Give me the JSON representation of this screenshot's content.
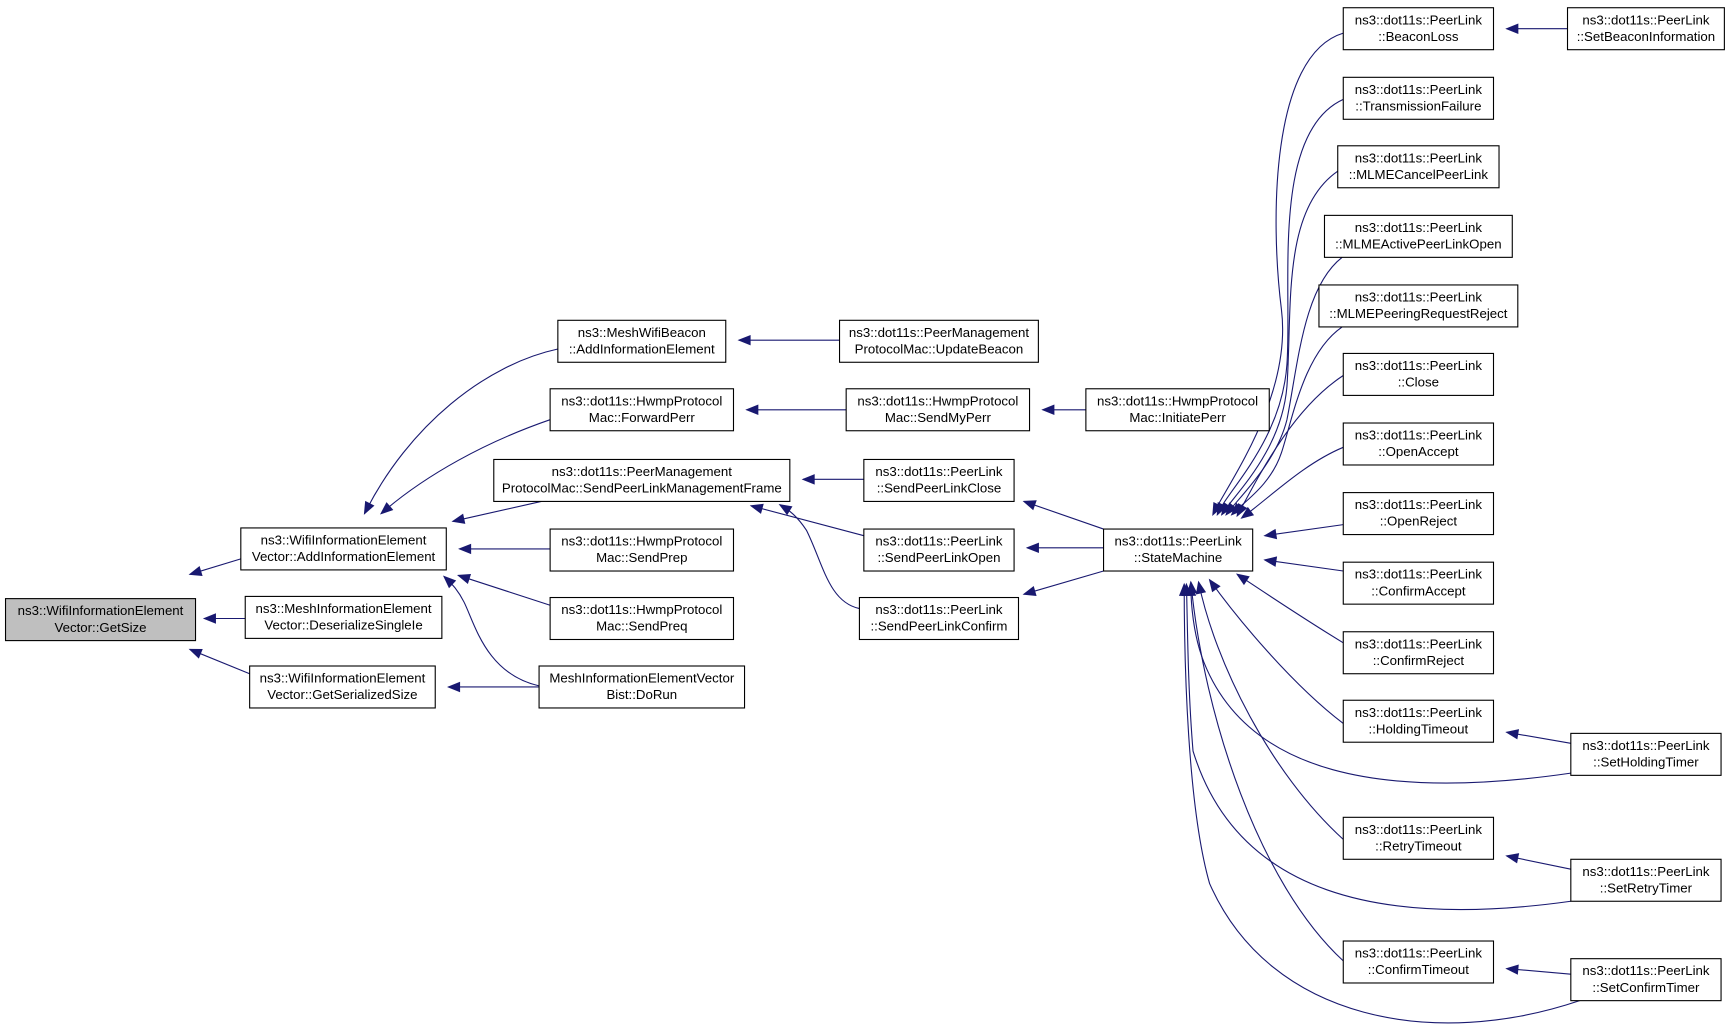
{
  "graph": {
    "type": "call-graph",
    "edge_color": "#191970",
    "focus_fill": "#bfbfbf",
    "nodes": [
      {
        "id": "n0",
        "lines": [
          "ns3::WifiInformationElement",
          "Vector::GetSize"
        ],
        "focus": true
      },
      {
        "id": "n1",
        "lines": [
          "ns3::WifiInformationElement",
          "Vector::AddInformationElement"
        ]
      },
      {
        "id": "n2",
        "lines": [
          "ns3::MeshInformationElement",
          "Vector::DeserializeSingleIe"
        ]
      },
      {
        "id": "n3",
        "lines": [
          "ns3::WifiInformationElement",
          "Vector::GetSerializedSize"
        ]
      },
      {
        "id": "n4",
        "lines": [
          "ns3::MeshWifiBeacon",
          "::AddInformationElement"
        ]
      },
      {
        "id": "n5",
        "lines": [
          "ns3::dot11s::HwmpProtocol",
          "Mac::ForwardPerr"
        ]
      },
      {
        "id": "n6",
        "lines": [
          "ns3::dot11s::PeerManagement",
          "ProtocolMac::SendPeerLinkManagementFrame"
        ]
      },
      {
        "id": "n7",
        "lines": [
          "ns3::dot11s::HwmpProtocol",
          "Mac::SendPrep"
        ]
      },
      {
        "id": "n8",
        "lines": [
          "ns3::dot11s::HwmpProtocol",
          "Mac::SendPreq"
        ]
      },
      {
        "id": "n9",
        "lines": [
          "MeshInformationElementVector",
          "Bist::DoRun"
        ]
      },
      {
        "id": "n10",
        "lines": [
          "ns3::dot11s::PeerManagement",
          "ProtocolMac::UpdateBeacon"
        ]
      },
      {
        "id": "n11",
        "lines": [
          "ns3::dot11s::HwmpProtocol",
          "Mac::SendMyPerr"
        ]
      },
      {
        "id": "n12",
        "lines": [
          "ns3::dot11s::HwmpProtocol",
          "Mac::InitiatePerr"
        ]
      },
      {
        "id": "n13",
        "lines": [
          "ns3::dot11s::PeerLink",
          "::SendPeerLinkClose"
        ]
      },
      {
        "id": "n14",
        "lines": [
          "ns3::dot11s::PeerLink",
          "::SendPeerLinkOpen"
        ]
      },
      {
        "id": "n15",
        "lines": [
          "ns3::dot11s::PeerLink",
          "::SendPeerLinkConfirm"
        ]
      },
      {
        "id": "n16",
        "lines": [
          "ns3::dot11s::PeerLink",
          "::StateMachine"
        ]
      },
      {
        "id": "n17",
        "lines": [
          "ns3::dot11s::PeerLink",
          "::BeaconLoss"
        ]
      },
      {
        "id": "n18",
        "lines": [
          "ns3::dot11s::PeerLink",
          "::TransmissionFailure"
        ]
      },
      {
        "id": "n19",
        "lines": [
          "ns3::dot11s::PeerLink",
          "::MLMECancelPeerLink"
        ]
      },
      {
        "id": "n20",
        "lines": [
          "ns3::dot11s::PeerLink",
          "::MLMEActivePeerLinkOpen"
        ]
      },
      {
        "id": "n21",
        "lines": [
          "ns3::dot11s::PeerLink",
          "::MLMEPeeringRequestReject"
        ]
      },
      {
        "id": "n22",
        "lines": [
          "ns3::dot11s::PeerLink",
          "::Close"
        ]
      },
      {
        "id": "n23",
        "lines": [
          "ns3::dot11s::PeerLink",
          "::OpenAccept"
        ]
      },
      {
        "id": "n24",
        "lines": [
          "ns3::dot11s::PeerLink",
          "::OpenReject"
        ]
      },
      {
        "id": "n25",
        "lines": [
          "ns3::dot11s::PeerLink",
          "::ConfirmAccept"
        ]
      },
      {
        "id": "n26",
        "lines": [
          "ns3::dot11s::PeerLink",
          "::ConfirmReject"
        ]
      },
      {
        "id": "n27",
        "lines": [
          "ns3::dot11s::PeerLink",
          "::HoldingTimeout"
        ]
      },
      {
        "id": "n28",
        "lines": [
          "ns3::dot11s::PeerLink",
          "::RetryTimeout"
        ]
      },
      {
        "id": "n29",
        "lines": [
          "ns3::dot11s::PeerLink",
          "::ConfirmTimeout"
        ]
      },
      {
        "id": "n30",
        "lines": [
          "ns3::dot11s::PeerLink",
          "::SetBeaconInformation"
        ]
      },
      {
        "id": "n31",
        "lines": [
          "ns3::dot11s::PeerLink",
          "::SetHoldingTimer"
        ]
      },
      {
        "id": "n32",
        "lines": [
          "ns3::dot11s::PeerLink",
          "::SetRetryTimer"
        ]
      },
      {
        "id": "n33",
        "lines": [
          "ns3::dot11s::PeerLink",
          "::SetConfirmTimer"
        ]
      }
    ],
    "edges": [
      {
        "from": "n1",
        "to": "n0"
      },
      {
        "from": "n2",
        "to": "n0"
      },
      {
        "from": "n3",
        "to": "n0"
      },
      {
        "from": "n4",
        "to": "n1"
      },
      {
        "from": "n5",
        "to": "n1"
      },
      {
        "from": "n6",
        "to": "n1"
      },
      {
        "from": "n7",
        "to": "n1"
      },
      {
        "from": "n8",
        "to": "n1"
      },
      {
        "from": "n9",
        "to": "n1"
      },
      {
        "from": "n9",
        "to": "n3"
      },
      {
        "from": "n10",
        "to": "n4"
      },
      {
        "from": "n11",
        "to": "n5"
      },
      {
        "from": "n12",
        "to": "n11"
      },
      {
        "from": "n13",
        "to": "n6"
      },
      {
        "from": "n14",
        "to": "n6"
      },
      {
        "from": "n15",
        "to": "n6"
      },
      {
        "from": "n16",
        "to": "n13"
      },
      {
        "from": "n16",
        "to": "n14"
      },
      {
        "from": "n16",
        "to": "n15"
      },
      {
        "from": "n17",
        "to": "n16"
      },
      {
        "from": "n18",
        "to": "n16"
      },
      {
        "from": "n19",
        "to": "n16"
      },
      {
        "from": "n20",
        "to": "n16"
      },
      {
        "from": "n21",
        "to": "n16"
      },
      {
        "from": "n22",
        "to": "n16"
      },
      {
        "from": "n23",
        "to": "n16"
      },
      {
        "from": "n24",
        "to": "n16"
      },
      {
        "from": "n25",
        "to": "n16"
      },
      {
        "from": "n26",
        "to": "n16"
      },
      {
        "from": "n27",
        "to": "n16"
      },
      {
        "from": "n28",
        "to": "n16"
      },
      {
        "from": "n29",
        "to": "n16"
      },
      {
        "from": "n30",
        "to": "n17"
      },
      {
        "from": "n31",
        "to": "n27"
      },
      {
        "from": "n31",
        "to": "n16"
      },
      {
        "from": "n32",
        "to": "n28"
      },
      {
        "from": "n32",
        "to": "n16"
      },
      {
        "from": "n33",
        "to": "n29"
      },
      {
        "from": "n33",
        "to": "n16"
      }
    ]
  }
}
